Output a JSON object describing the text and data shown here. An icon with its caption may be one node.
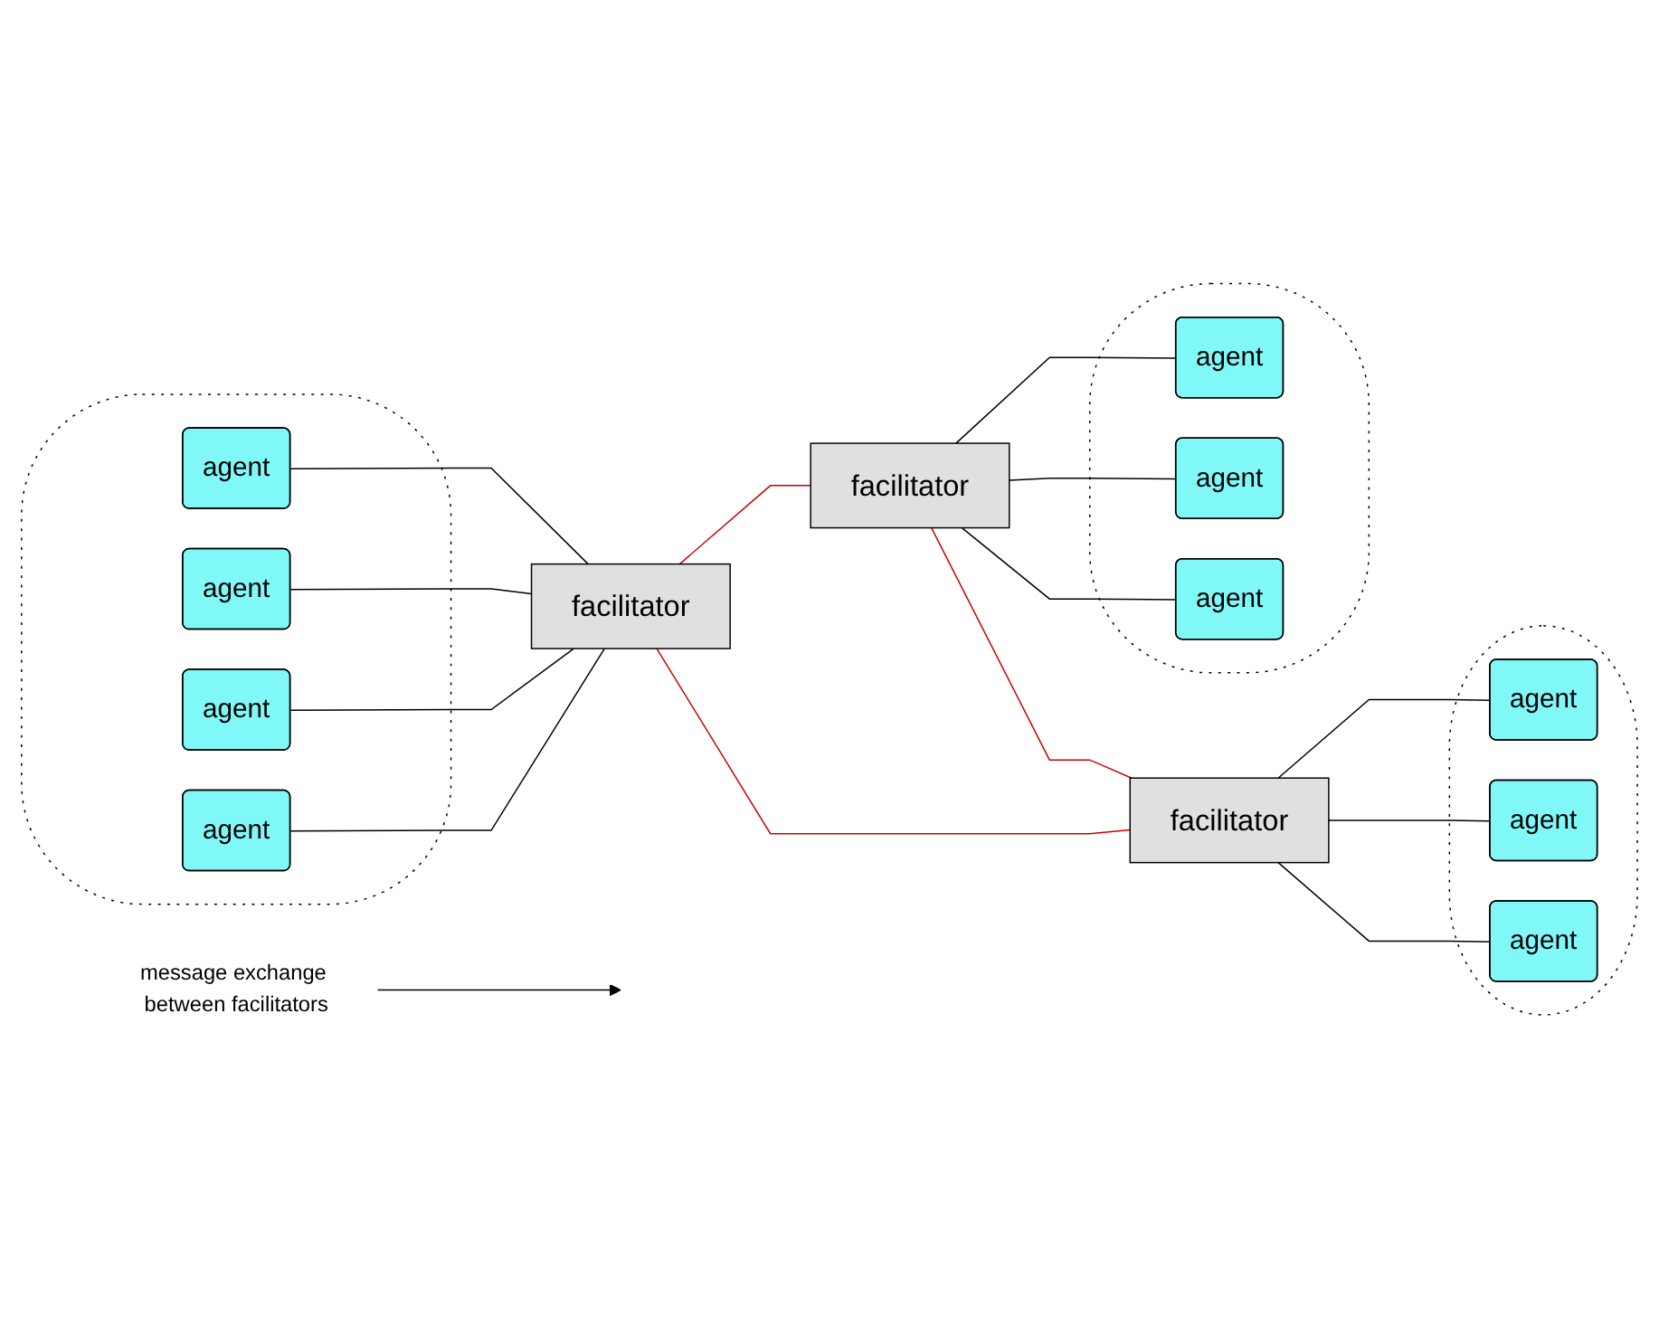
{
  "diagram": {
    "nodes": [
      {
        "text": [],
        "shape": "ellipse"
      },
      {
        "text": [
          "agent"
        ],
        "in": 0
      },
      {
        "text": [
          "agent"
        ],
        "in": 0
      },
      {
        "text": [
          "agent"
        ],
        "in": 0
      },
      {
        "text": [
          "agent"
        ],
        "in": 0
      },
      {
        "text": [
          "facilitator"
        ]
      },
      {
        "text": [
          "message exchange between facilitators"
        ]
      },
      {
        "text": [],
        "shape": "ellipse"
      },
      {
        "text": [
          "agent"
        ],
        "in": 7
      },
      {
        "text": [
          "agent"
        ],
        "in": 7
      },
      {
        "text": [
          "agent"
        ],
        "in": 7
      },
      {
        "text": [
          "facilitator"
        ]
      },
      {
        "text": [
          "facilitator"
        ]
      },
      {
        "text": [],
        "shape": "ellipse"
      },
      {
        "text": [
          "agent"
        ],
        "in": 13
      },
      {
        "text": [
          "agent"
        ],
        "in": 13
      },
      {
        "text": [
          "agent"
        ],
        "in": 13
      }
    ],
    "edges": [
      {
        "from": 1,
        "to": 5,
        "arrow": "none"
      },
      {
        "from": 2,
        "to": 5,
        "arrow": "none"
      },
      {
        "from": 3,
        "to": 5,
        "arrow": "none"
      },
      {
        "from": 4,
        "to": 5,
        "arrow": "none"
      },
      {
        "from": 5,
        "to": 11,
        "arrow": "none",
        "color": "#cc0000"
      },
      {
        "from": 5,
        "to": 12,
        "arrow": "none",
        "color": "#cc0000"
      },
      {
        "from": 11,
        "to": 12,
        "arrow": "none",
        "color": "#cc0000"
      },
      {
        "from": 6,
        "to": null,
        "arrow": "to"
      },
      {
        "from": 11,
        "to": 8,
        "arrow": "none"
      },
      {
        "from": 11,
        "to": 9,
        "arrow": "none"
      },
      {
        "from": 11,
        "to": 10,
        "arrow": "none"
      },
      {
        "from": 12,
        "to": 14,
        "arrow": "none"
      },
      {
        "from": 12,
        "to": 15,
        "arrow": "none"
      },
      {
        "from": 12,
        "to": 16,
        "arrow": "none"
      }
    ]
  }
}
